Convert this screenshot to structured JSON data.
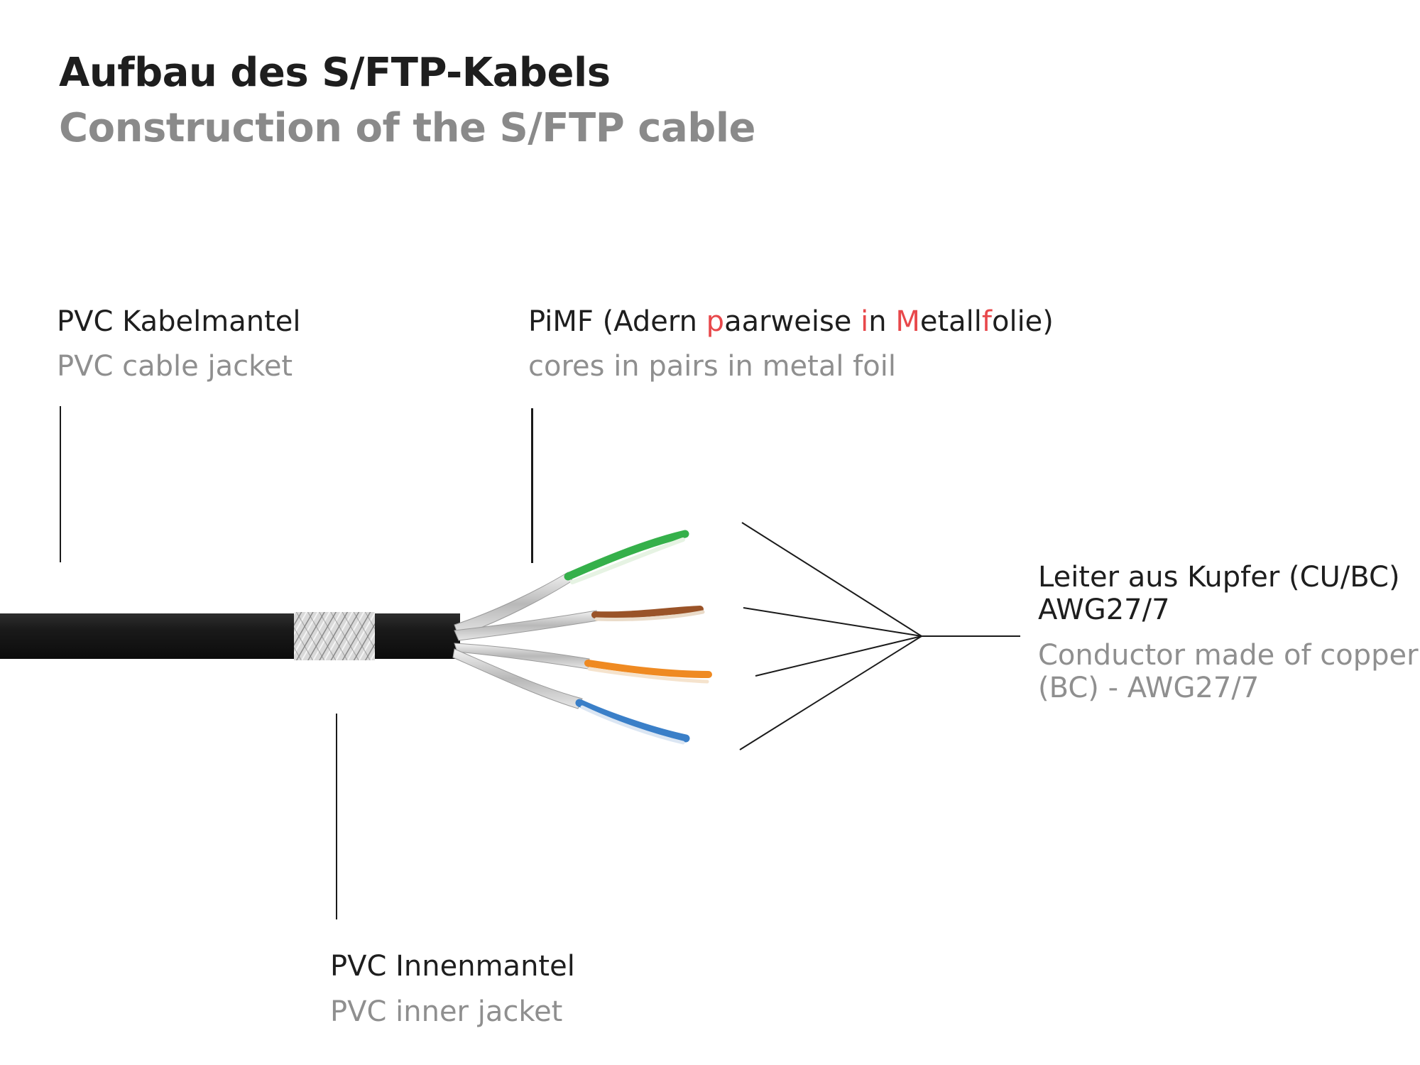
{
  "title": {
    "de": "Aufbau des S/FTP-Kabels",
    "en": "Construction of the S/FTP cable"
  },
  "labels": {
    "jacket": {
      "de": "PVC Kabelmantel",
      "en": "PVC cable jacket"
    },
    "pimf": {
      "de_segments": [
        {
          "text": "PiMF (Adern ",
          "highlight": false
        },
        {
          "text": "p",
          "highlight": true
        },
        {
          "text": "aarweise ",
          "highlight": false
        },
        {
          "text": "i",
          "highlight": true
        },
        {
          "text": "n ",
          "highlight": false
        },
        {
          "text": "M",
          "highlight": true
        },
        {
          "text": "etall",
          "highlight": false
        },
        {
          "text": "f",
          "highlight": true
        },
        {
          "text": "olie)",
          "highlight": false
        }
      ],
      "en": "cores in pairs in metal foil"
    },
    "conductor": {
      "de_line1": "Leiter aus Kupfer (CU/BC)",
      "de_line2": "AWG27/7",
      "en_line1": "Conductor made of copper",
      "en_line2": "(BC) - AWG27/7"
    },
    "inner": {
      "de": "PVC Innenmantel",
      "en": "PVC inner jacket"
    }
  },
  "colors": {
    "highlight": "#e8484b",
    "jacket": "#1c1c1c",
    "pair_colors": [
      "#35b04a",
      "#9a5328",
      "#ef8a22",
      "#3a7fc8"
    ]
  }
}
